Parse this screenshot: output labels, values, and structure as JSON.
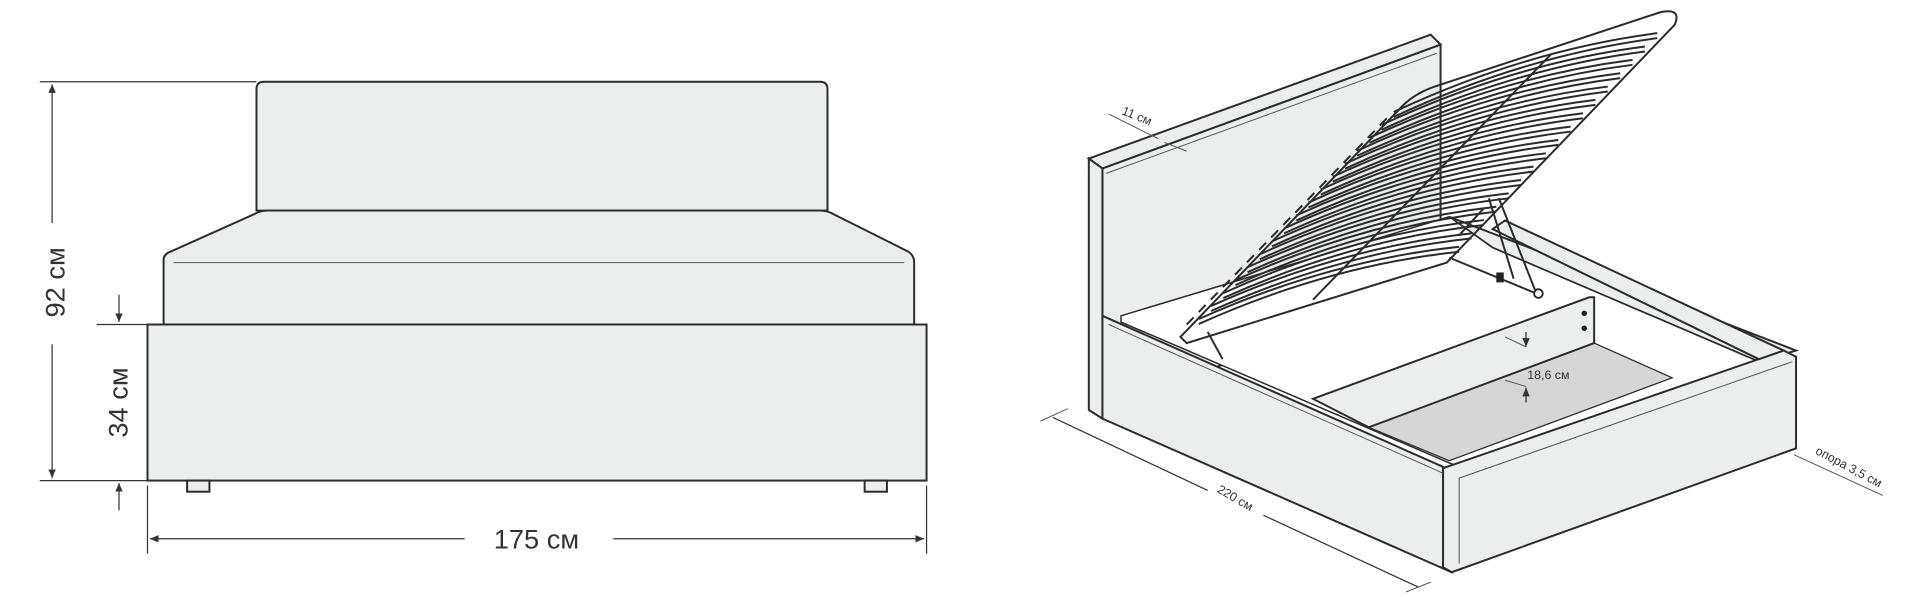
{
  "front_view": {
    "height_total": "92 см",
    "height_base": "34 см",
    "width": "175 см"
  },
  "iso_view": {
    "headboard_thickness": "11 см",
    "length": "220 см",
    "storage_depth": "18,6 см",
    "support": "опора  3,5 см"
  },
  "colors": {
    "surface": "#eceeed",
    "storage_floor": "#d6d6d6",
    "stroke": "#2b2b2b"
  }
}
